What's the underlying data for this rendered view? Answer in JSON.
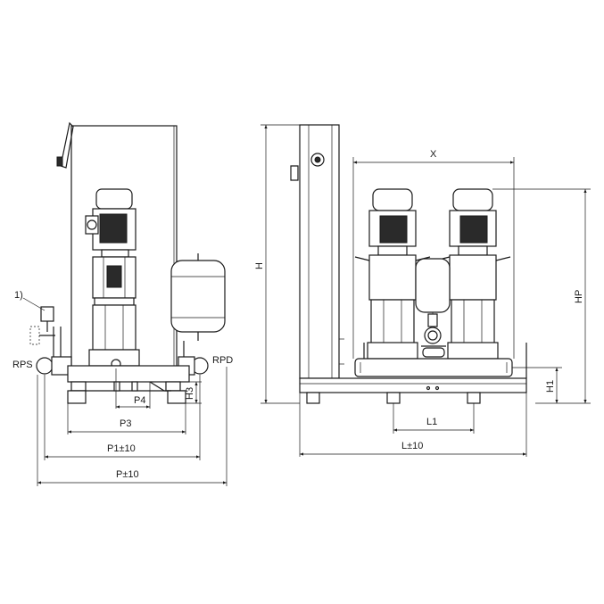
{
  "labels": {
    "callout": "1)",
    "rps": "RPS",
    "rpd": "RPD",
    "p4": "P4",
    "p3": "P3",
    "p1": "P1±10",
    "p": "P±10",
    "h3": "H3",
    "h": "H",
    "x": "X",
    "hp": "HP",
    "h1": "H1",
    "l1": "L1",
    "l": "L±10"
  }
}
